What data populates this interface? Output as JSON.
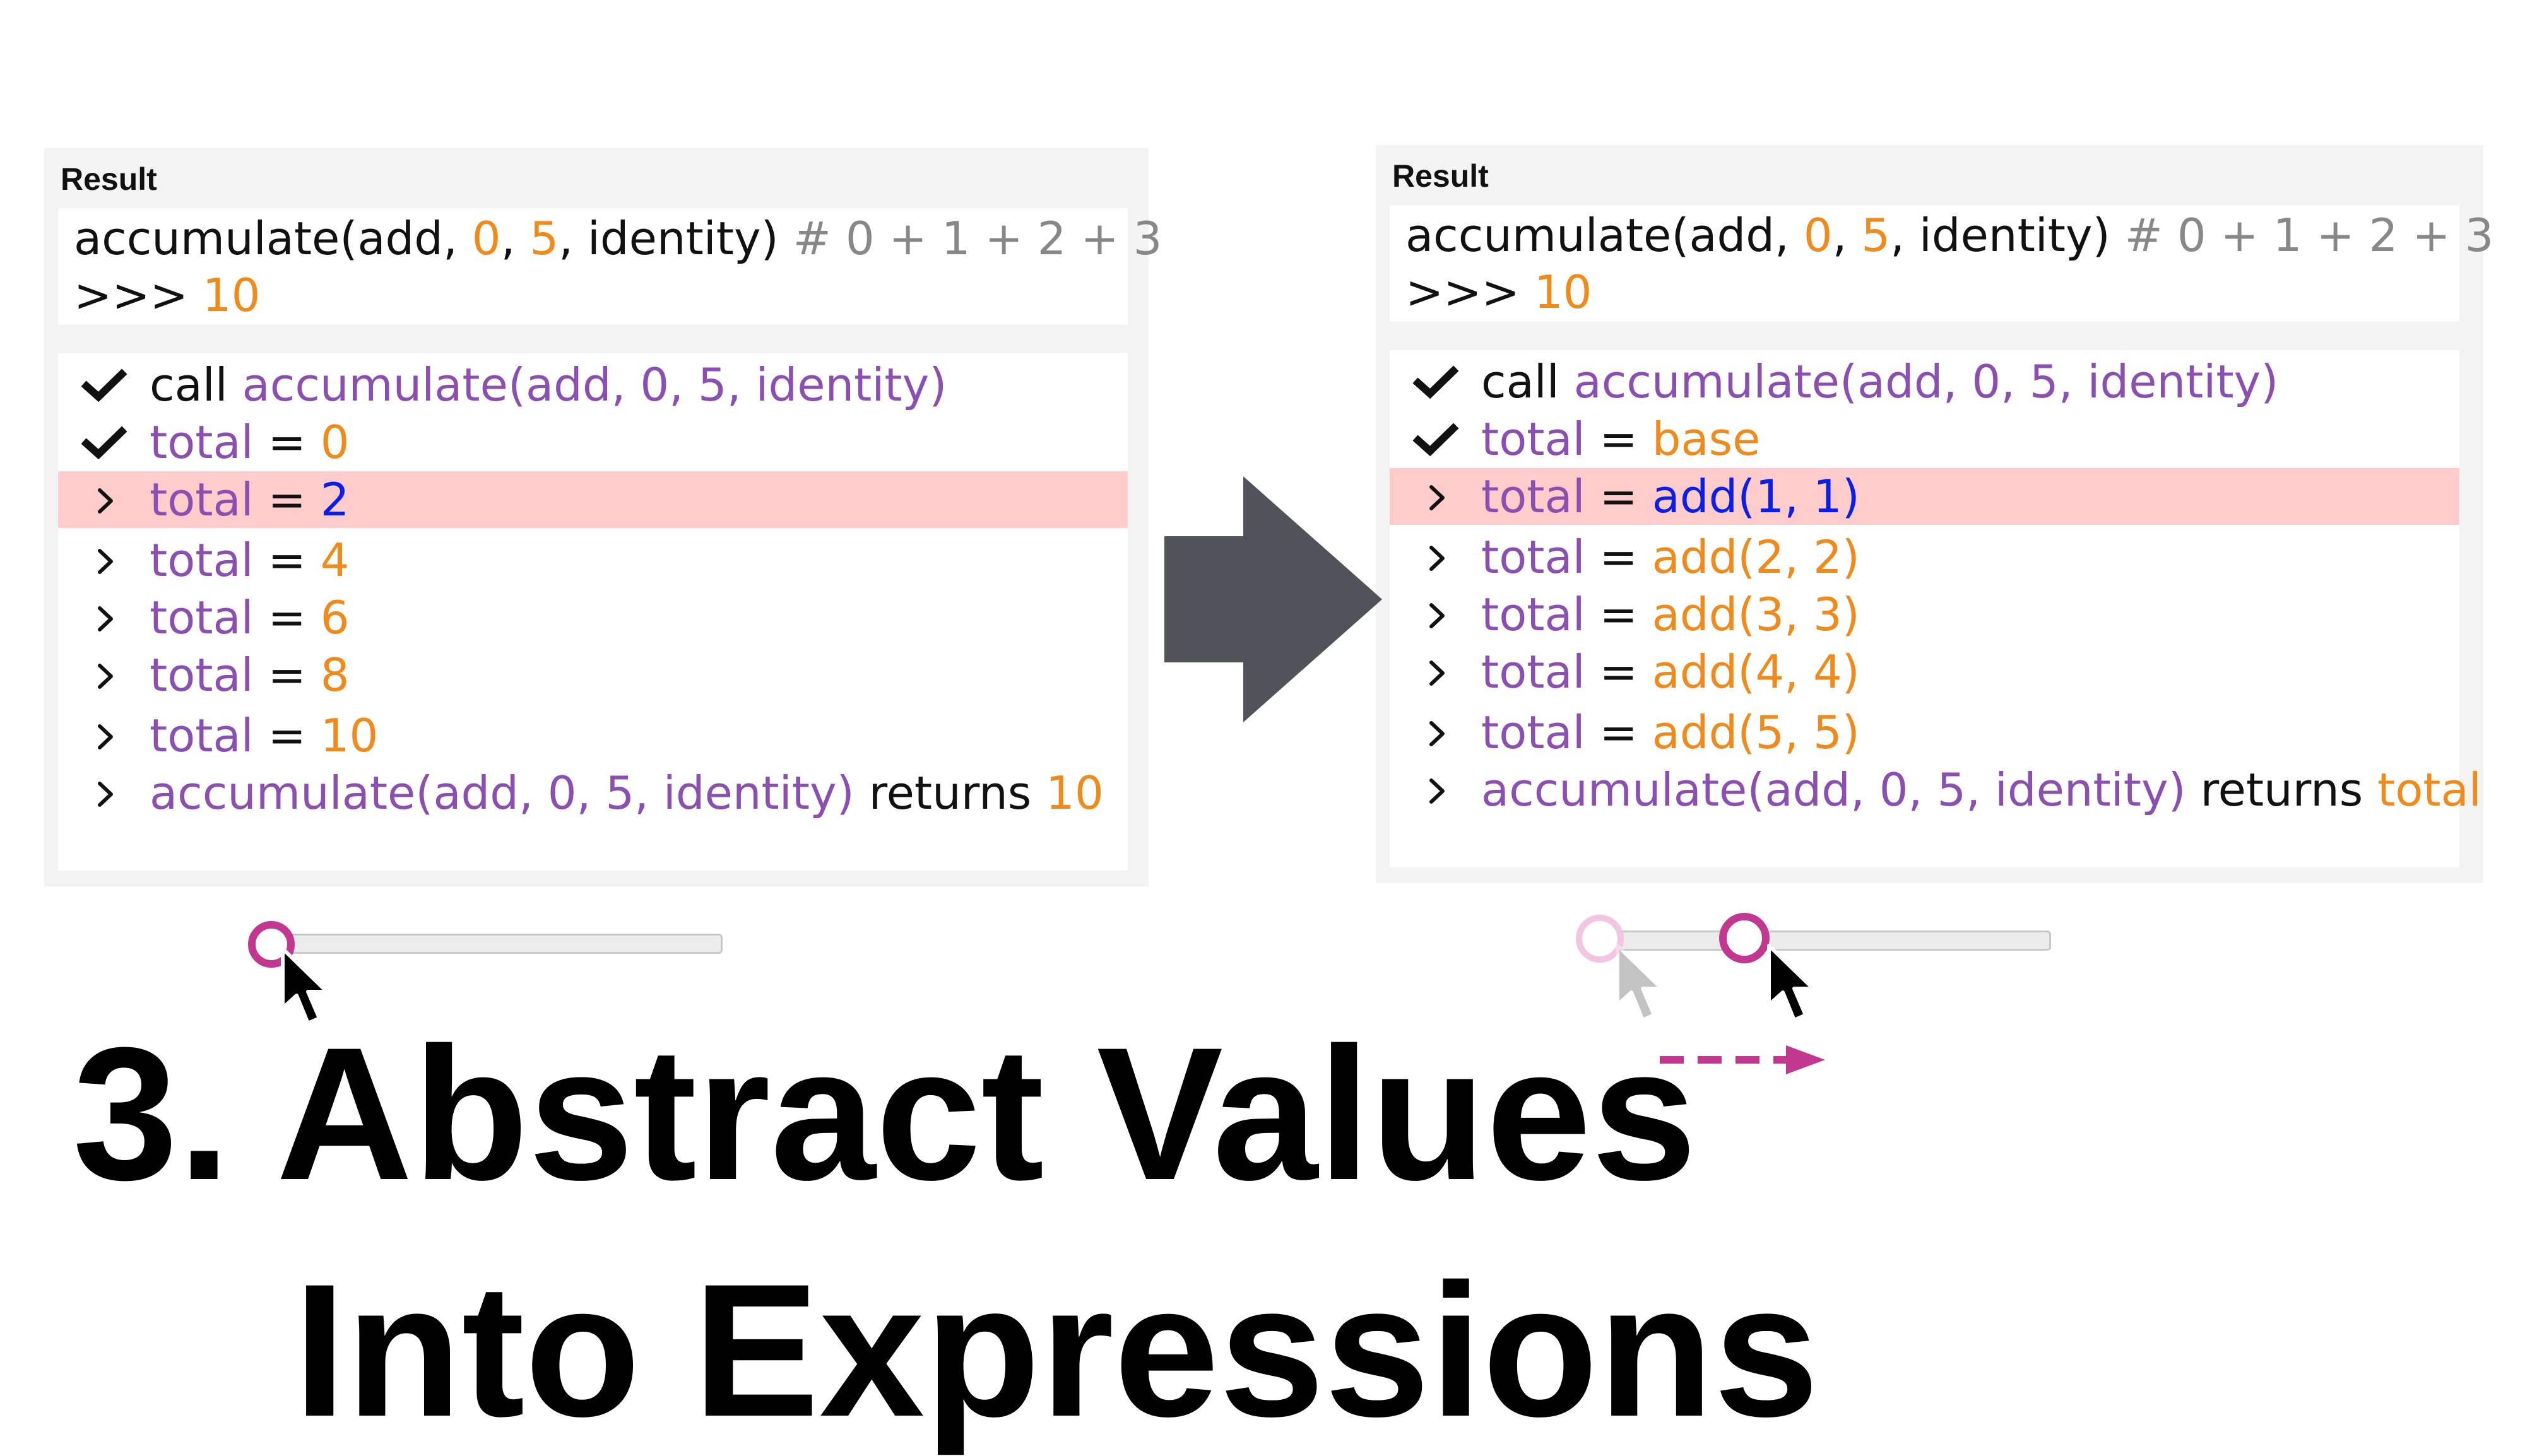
{
  "left_panel": {
    "result_label": "Result",
    "result_line1": {
      "fn_open": "accumulate(add, ",
      "arg1": "0",
      "sep1": ", ",
      "arg2": "5",
      "fn_close": ", identity)",
      "comment": " # 0 + 1 + 2 + 3"
    },
    "result_line2": {
      "prompt": ">>> ",
      "value": "10"
    },
    "trace": [
      {
        "icon": "check-icon",
        "keyword": "call ",
        "expr": "accumulate(add, 0, 5, identity)"
      },
      {
        "icon": "check-icon",
        "var": "total",
        "eq": " = ",
        "value": "0"
      },
      {
        "icon": "chevron-right-icon",
        "var": "total",
        "eq": " = ",
        "value": "2",
        "highlight": true
      },
      {
        "icon": "chevron-right-icon",
        "var": "total",
        "eq": " = ",
        "value": "4"
      },
      {
        "icon": "chevron-right-icon",
        "var": "total",
        "eq": " = ",
        "value": "6"
      },
      {
        "icon": "chevron-right-icon",
        "var": "total",
        "eq": " = ",
        "value": "8"
      },
      {
        "icon": "chevron-right-icon",
        "var": "total",
        "eq": " = ",
        "value": "10"
      },
      {
        "icon": "chevron-right-icon",
        "expr": "accumulate(add, 0, 5, identity)",
        "returns": " returns ",
        "value": "10"
      }
    ],
    "slider_level": 0
  },
  "right_panel": {
    "result_label": "Result",
    "result_line1": {
      "fn_open": "accumulate(add, ",
      "arg1": "0",
      "sep1": ", ",
      "arg2": "5",
      "fn_close": ", identity)",
      "comment": " # 0 + 1 + 2 + 3"
    },
    "result_line2": {
      "prompt": ">>> ",
      "value": "10"
    },
    "trace": [
      {
        "icon": "check-icon",
        "keyword": "call ",
        "expr": "accumulate(add, 0, 5, identity)"
      },
      {
        "icon": "check-icon",
        "var": "total",
        "eq": " = ",
        "value": "base"
      },
      {
        "icon": "chevron-right-icon",
        "var": "total",
        "eq": " = ",
        "value": "add(1, 1)",
        "highlight": true
      },
      {
        "icon": "chevron-right-icon",
        "var": "total",
        "eq": " = ",
        "value": "add(2, 2)"
      },
      {
        "icon": "chevron-right-icon",
        "var": "total",
        "eq": " = ",
        "value": "add(3, 3)"
      },
      {
        "icon": "chevron-right-icon",
        "var": "total",
        "eq": " = ",
        "value": "add(4, 4)"
      },
      {
        "icon": "chevron-right-icon",
        "var": "total",
        "eq": " = ",
        "value": "add(5, 5)"
      },
      {
        "icon": "chevron-right-icon",
        "expr": "accumulate(add, 0, 5, identity)",
        "returns": " returns ",
        "value": "total"
      }
    ],
    "slider_level": 0.32,
    "slider_ghost_level": 0
  },
  "arrow_icon": "right-arrow-icon",
  "title": {
    "line1": "3. Abstract Values",
    "line2": "Into Expressions"
  },
  "colors": {
    "purple": "#8a4fb0",
    "orange": "#f08a1a",
    "blue": "#0a1ee8",
    "highlight": "#ffcccc",
    "thumb": "#c2378f",
    "arrow": "#505359"
  }
}
